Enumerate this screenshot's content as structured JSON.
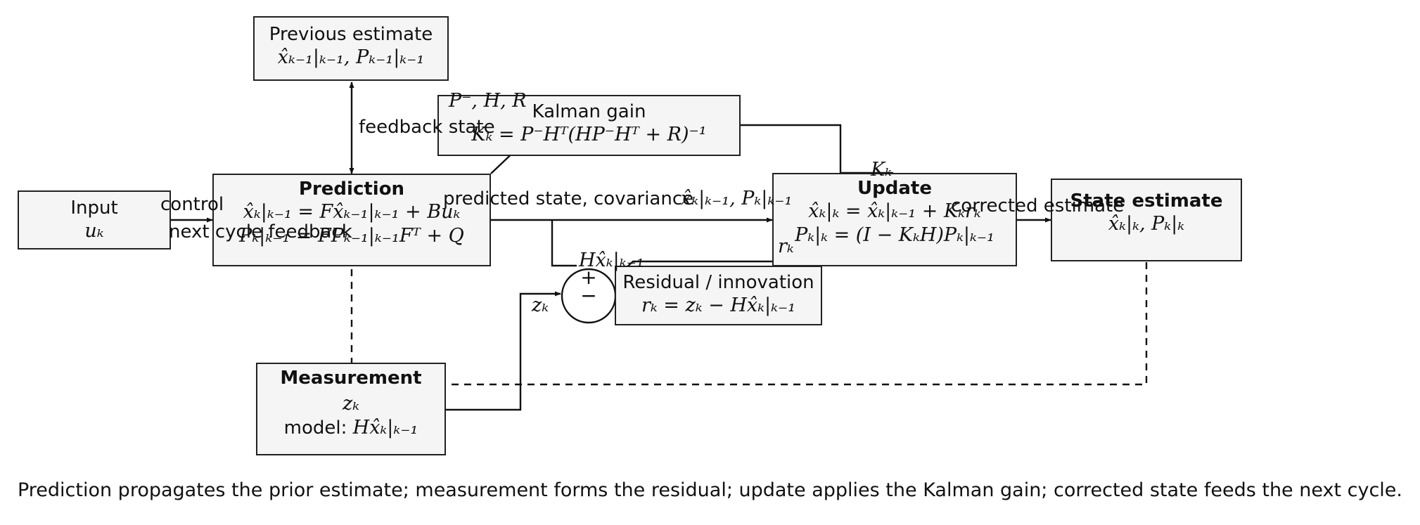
{
  "blocks": {
    "previous": {
      "title": "Previous estimate",
      "eq": "x̂ₖ₋₁|ₖ₋₁,  Pₖ₋₁|ₖ₋₁"
    },
    "kalman": {
      "title": "Kalman gain",
      "eq": "Kₖ = P⁻Hᵀ(HP⁻Hᵀ + R)⁻¹"
    },
    "input": {
      "title": "Input",
      "eq": "uₖ"
    },
    "prediction": {
      "title": "Prediction",
      "eq1": "x̂ₖ|ₖ₋₁ = Fx̂ₖ₋₁|ₖ₋₁ + Buₖ",
      "eq2": "Pₖ|ₖ₋₁ = FPₖ₋₁|ₖ₋₁Fᵀ + Q"
    },
    "update": {
      "title": "Update",
      "eq1": "x̂ₖ|ₖ = x̂ₖ|ₖ₋₁ + Kₖrₖ",
      "eq2": "Pₖ|ₖ = (I − KₖH)Pₖ|ₖ₋₁"
    },
    "state": {
      "title": "State estimate",
      "eq": "x̂ₖ|ₖ,  Pₖ|ₖ"
    },
    "residual": {
      "title": "Residual / innovation",
      "eq": "rₖ = zₖ − Hx̂ₖ|ₖ₋₁"
    },
    "measurement": {
      "title": "Measurement",
      "eq1": "zₖ",
      "eq2_prefix": "model: ",
      "eq2_math": "Hx̂ₖ|ₖ₋₁"
    }
  },
  "summer": {
    "plus": "+",
    "minus": "−"
  },
  "labels": {
    "kalman_inputs": "P⁻, H, R",
    "feedback_state": "feedback state",
    "control": "control",
    "next_cycle": "next cycle feedback",
    "predicted": "predicted state, covariance",
    "predicted_math": "x̂ₖ|ₖ₋₁,  Pₖ|ₖ₋₁",
    "corrected": "corrected estimate",
    "gain": "Kₖ",
    "hx": "Hx̂ₖ|ₖ₋₁",
    "zk": "zₖ",
    "rk": "rₖ"
  },
  "caption": "Prediction propagates the prior estimate; measurement forms the residual; update applies the Kalman gain; corrected state feeds the next cycle."
}
